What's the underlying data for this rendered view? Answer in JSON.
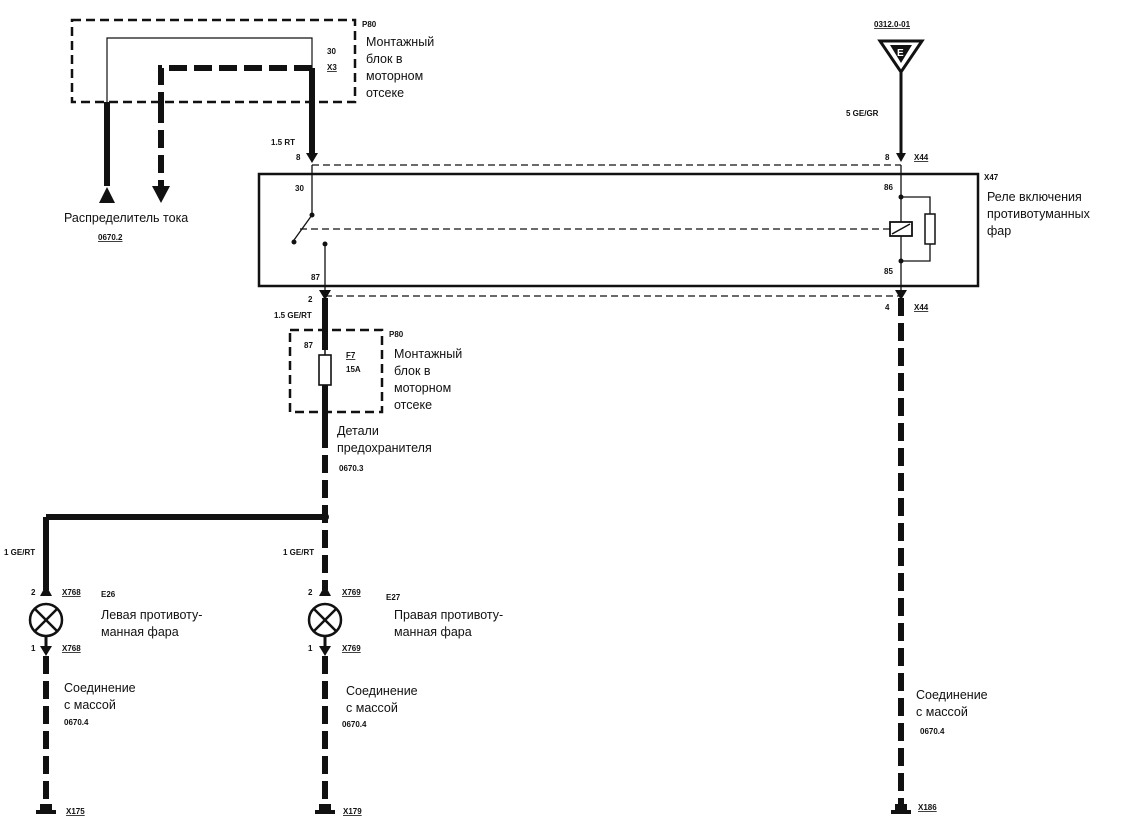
{
  "diagram": {
    "p80_top": {
      "code": "P80",
      "title": [
        "Монтажный",
        "блок в",
        "моторном",
        "отсеке"
      ],
      "pin_30": "30",
      "pin_x3": "X3"
    },
    "distributor": {
      "label": "Распределитель тока",
      "ref": "0670.2"
    },
    "source": {
      "ref": "0312.0-01",
      "wire": "5 GE/GR"
    },
    "wire_top_left": {
      "gauge": "1.5 RT",
      "pin": "8"
    },
    "relay": {
      "code": "X47",
      "title": [
        "Реле включения",
        "противотуманных",
        "фар"
      ],
      "pin_30": "30",
      "pin_86": "86",
      "pin_85": "85",
      "pin_87": "87",
      "conn_top_pin": "8",
      "conn_top": "X44",
      "conn_bottom_pin": "4",
      "conn_bottom": "X44"
    },
    "wire_mid": {
      "pin": "2",
      "gauge": "1.5 GE/RT"
    },
    "p80_fuse": {
      "code": "P80",
      "pin": "87",
      "fuse": "F7",
      "rating": "15A",
      "title": [
        "Монтажный",
        "блок в",
        "моторном",
        "отсеке"
      ]
    },
    "fuse_details": {
      "title": [
        "Детали",
        "предохранителя"
      ],
      "ref": "0670.3"
    },
    "lamp_left": {
      "code": "E26",
      "title": [
        "Левая противоту-",
        "манная фара"
      ],
      "wire": "1 GE/RT",
      "pin_top": "2",
      "conn_top": "X768",
      "pin_bottom": "1",
      "conn_bottom": "X768"
    },
    "lamp_right": {
      "code": "E27",
      "title": [
        "Правая противоту-",
        "манная фара"
      ],
      "wire": "1 GE/RT",
      "pin_top": "2",
      "conn_top": "X769",
      "pin_bottom": "1",
      "conn_bottom": "X769"
    },
    "ground_left": {
      "title": [
        "Соединение",
        "с массой"
      ],
      "ref": "0670.4",
      "conn": "X175"
    },
    "ground_mid": {
      "title": [
        "Соединение",
        "с массой"
      ],
      "ref": "0670.4",
      "conn": "X179"
    },
    "ground_right": {
      "title": [
        "Соединение",
        "с массой"
      ],
      "ref": "0670.4",
      "conn": "X186"
    }
  }
}
